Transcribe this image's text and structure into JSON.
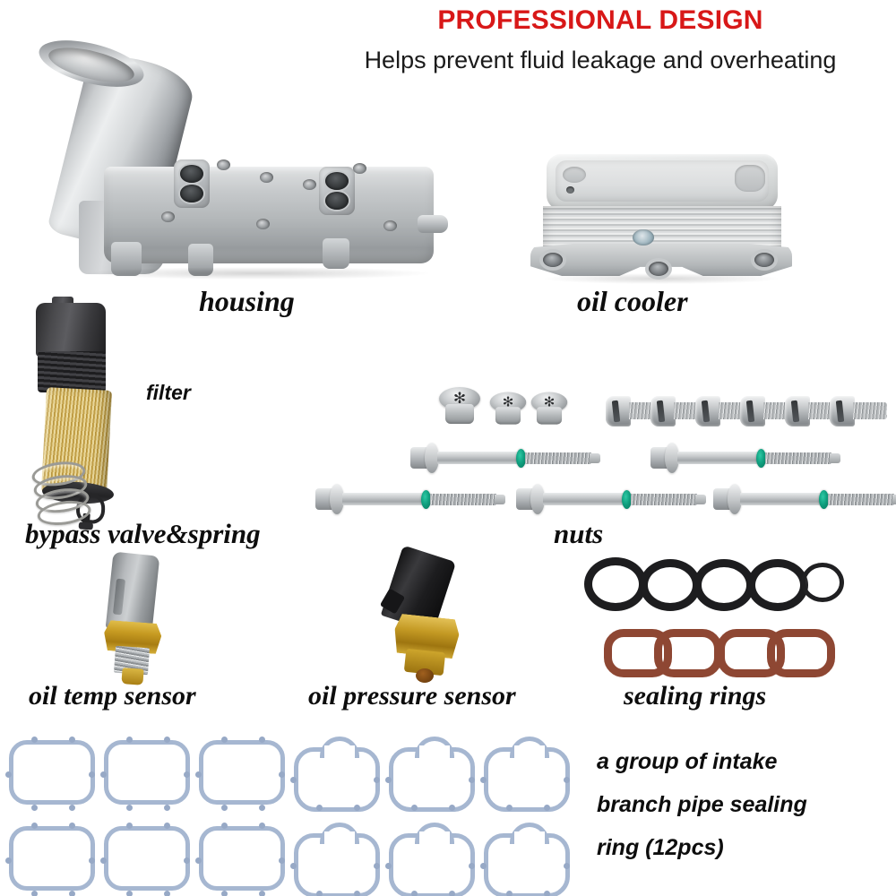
{
  "header": {
    "title": "PROFESSIONAL DESIGN",
    "subtitle": "Helps prevent fluid leakage and overheating",
    "title_color": "#d81818",
    "subtitle_color": "#1b1b1b"
  },
  "labels": {
    "housing": "housing",
    "oil_cooler": "oil cooler",
    "filter": "filter",
    "bypass_valve_spring": "bypass valve&spring",
    "nuts": "nuts",
    "oil_temp_sensor": "oil temp sensor",
    "oil_pressure_sensor": "oil pressure sensor",
    "sealing_rings": "sealing rings",
    "intake_line1": "a group of intake",
    "intake_line2": "branch pipe sealing",
    "intake_line3": "ring (12pcs)"
  },
  "parts": {
    "housing": {
      "name": "housing",
      "material": "cast aluminum",
      "color": "#b5b9bc",
      "description": "oil filter housing with angled filler neck and two twin-bore ports"
    },
    "oil_cooler": {
      "name": "oil cooler",
      "material": "stacked plate aluminum heat exchanger",
      "color": "#cfd2d2",
      "plate_count": 11,
      "mount_ears": 3
    },
    "filter": {
      "name": "filter",
      "media_color": "#caa84e",
      "cap_color": "#2a2a2c",
      "description": "cartridge oil filter with black plastic cap"
    },
    "bypass_valve_spring": {
      "name": "bypass valve&spring",
      "spring_color": "#9a9a96",
      "valve_color": "#242426"
    },
    "fasteners": {
      "label": "nuts",
      "torx_nuts": {
        "count": 3,
        "head": "torx",
        "color": "#c9ccce"
      },
      "pan_screws": {
        "count": 6,
        "head": "slotted pan",
        "color": "#c6c9cb"
      },
      "long_bolts": {
        "count": 5,
        "washer_color": "#10a07f",
        "body_color": "#c4c7c9"
      }
    },
    "oil_temp_sensor": {
      "name": "oil temp sensor",
      "connector_color": "#b7babd",
      "body_color": "#c79b22",
      "count": 1
    },
    "oil_pressure_sensor": {
      "name": "oil pressure sensor",
      "connector_color": "#1d1d1f",
      "body_color": "#c49a24",
      "count": 1
    },
    "sealing_rings": {
      "label": "sealing rings",
      "o_rings": {
        "count": 5,
        "color": "#1d1d1f"
      },
      "oval_gaskets": {
        "count": 4,
        "color": "#8e4733"
      }
    },
    "intake_gaskets": {
      "label": "a group of intake branch pipe sealing ring (12pcs)",
      "count": 12,
      "rows": 2,
      "per_row": 6,
      "color": "#a6b7d1",
      "shapes": [
        "rect",
        "rect",
        "rect",
        "bump",
        "bump",
        "bump"
      ]
    }
  },
  "background_color": "#ffffff"
}
